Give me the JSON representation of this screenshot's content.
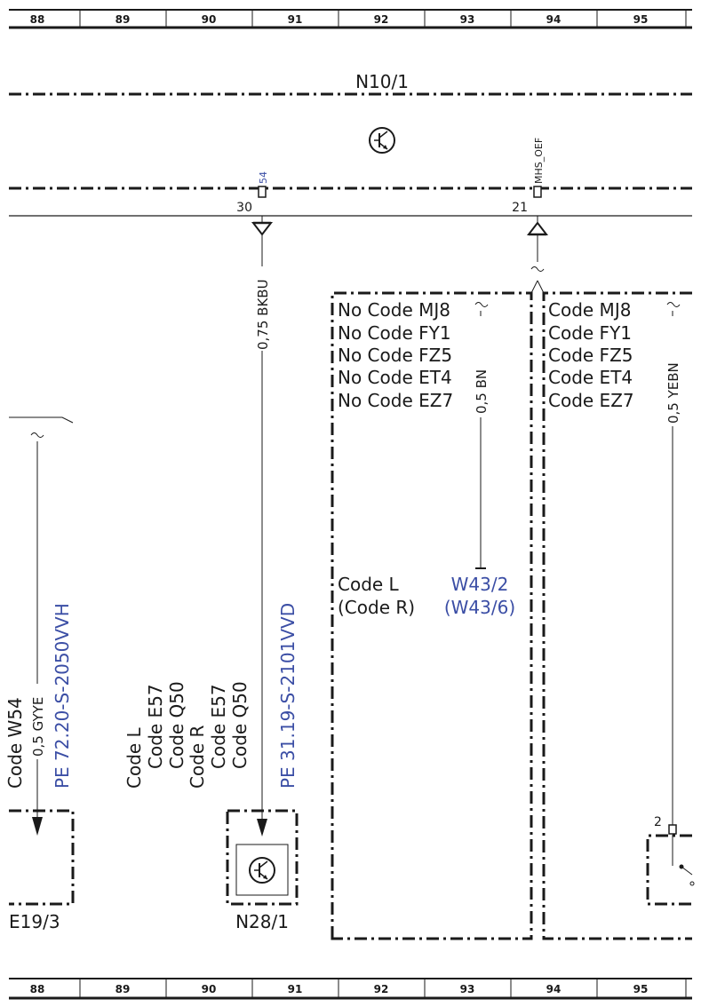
{
  "ruler": {
    "cells": [
      "88",
      "89",
      "90",
      "91",
      "92",
      "93",
      "94",
      "95"
    ]
  },
  "top_box": {
    "label": "N10/1"
  },
  "pins": {
    "p30": {
      "number": "30",
      "connector": "54"
    },
    "p21": {
      "number": "21",
      "connector": "MHS_OEF"
    },
    "p2": {
      "number": "2"
    }
  },
  "wires": {
    "w1": "0,75 BKBU",
    "w2": "0,5 BN",
    "w3": "0,5 YEBN",
    "w4": "0,5 GYYE"
  },
  "code_box_left": {
    "lines": [
      "No Code MJ8",
      "No Code FY1",
      "No Code FZ5",
      "No Code ET4",
      "No Code EZ7"
    ],
    "code_l": "Code L",
    "code_r": "(Code R)",
    "ref_1": "W43/2",
    "ref_2": "(W43/6)"
  },
  "code_box_right": {
    "lines": [
      "Code MJ8",
      "Code FY1",
      "Code FZ5",
      "Code ET4",
      "Code EZ7"
    ]
  },
  "vertical_codes": {
    "w54": "Code W54",
    "pe_e19": "PE 72.20-S-2050VVH",
    "col1": "Code L",
    "col2": "Code E57",
    "col3": "Code Q50",
    "col4": "Code R",
    "col5": "Code E57",
    "col6": "Code Q50",
    "pe_n28": "PE 31.19-S-2101VVD"
  },
  "components": {
    "e19": "E19/3",
    "n28": "N28/1"
  }
}
